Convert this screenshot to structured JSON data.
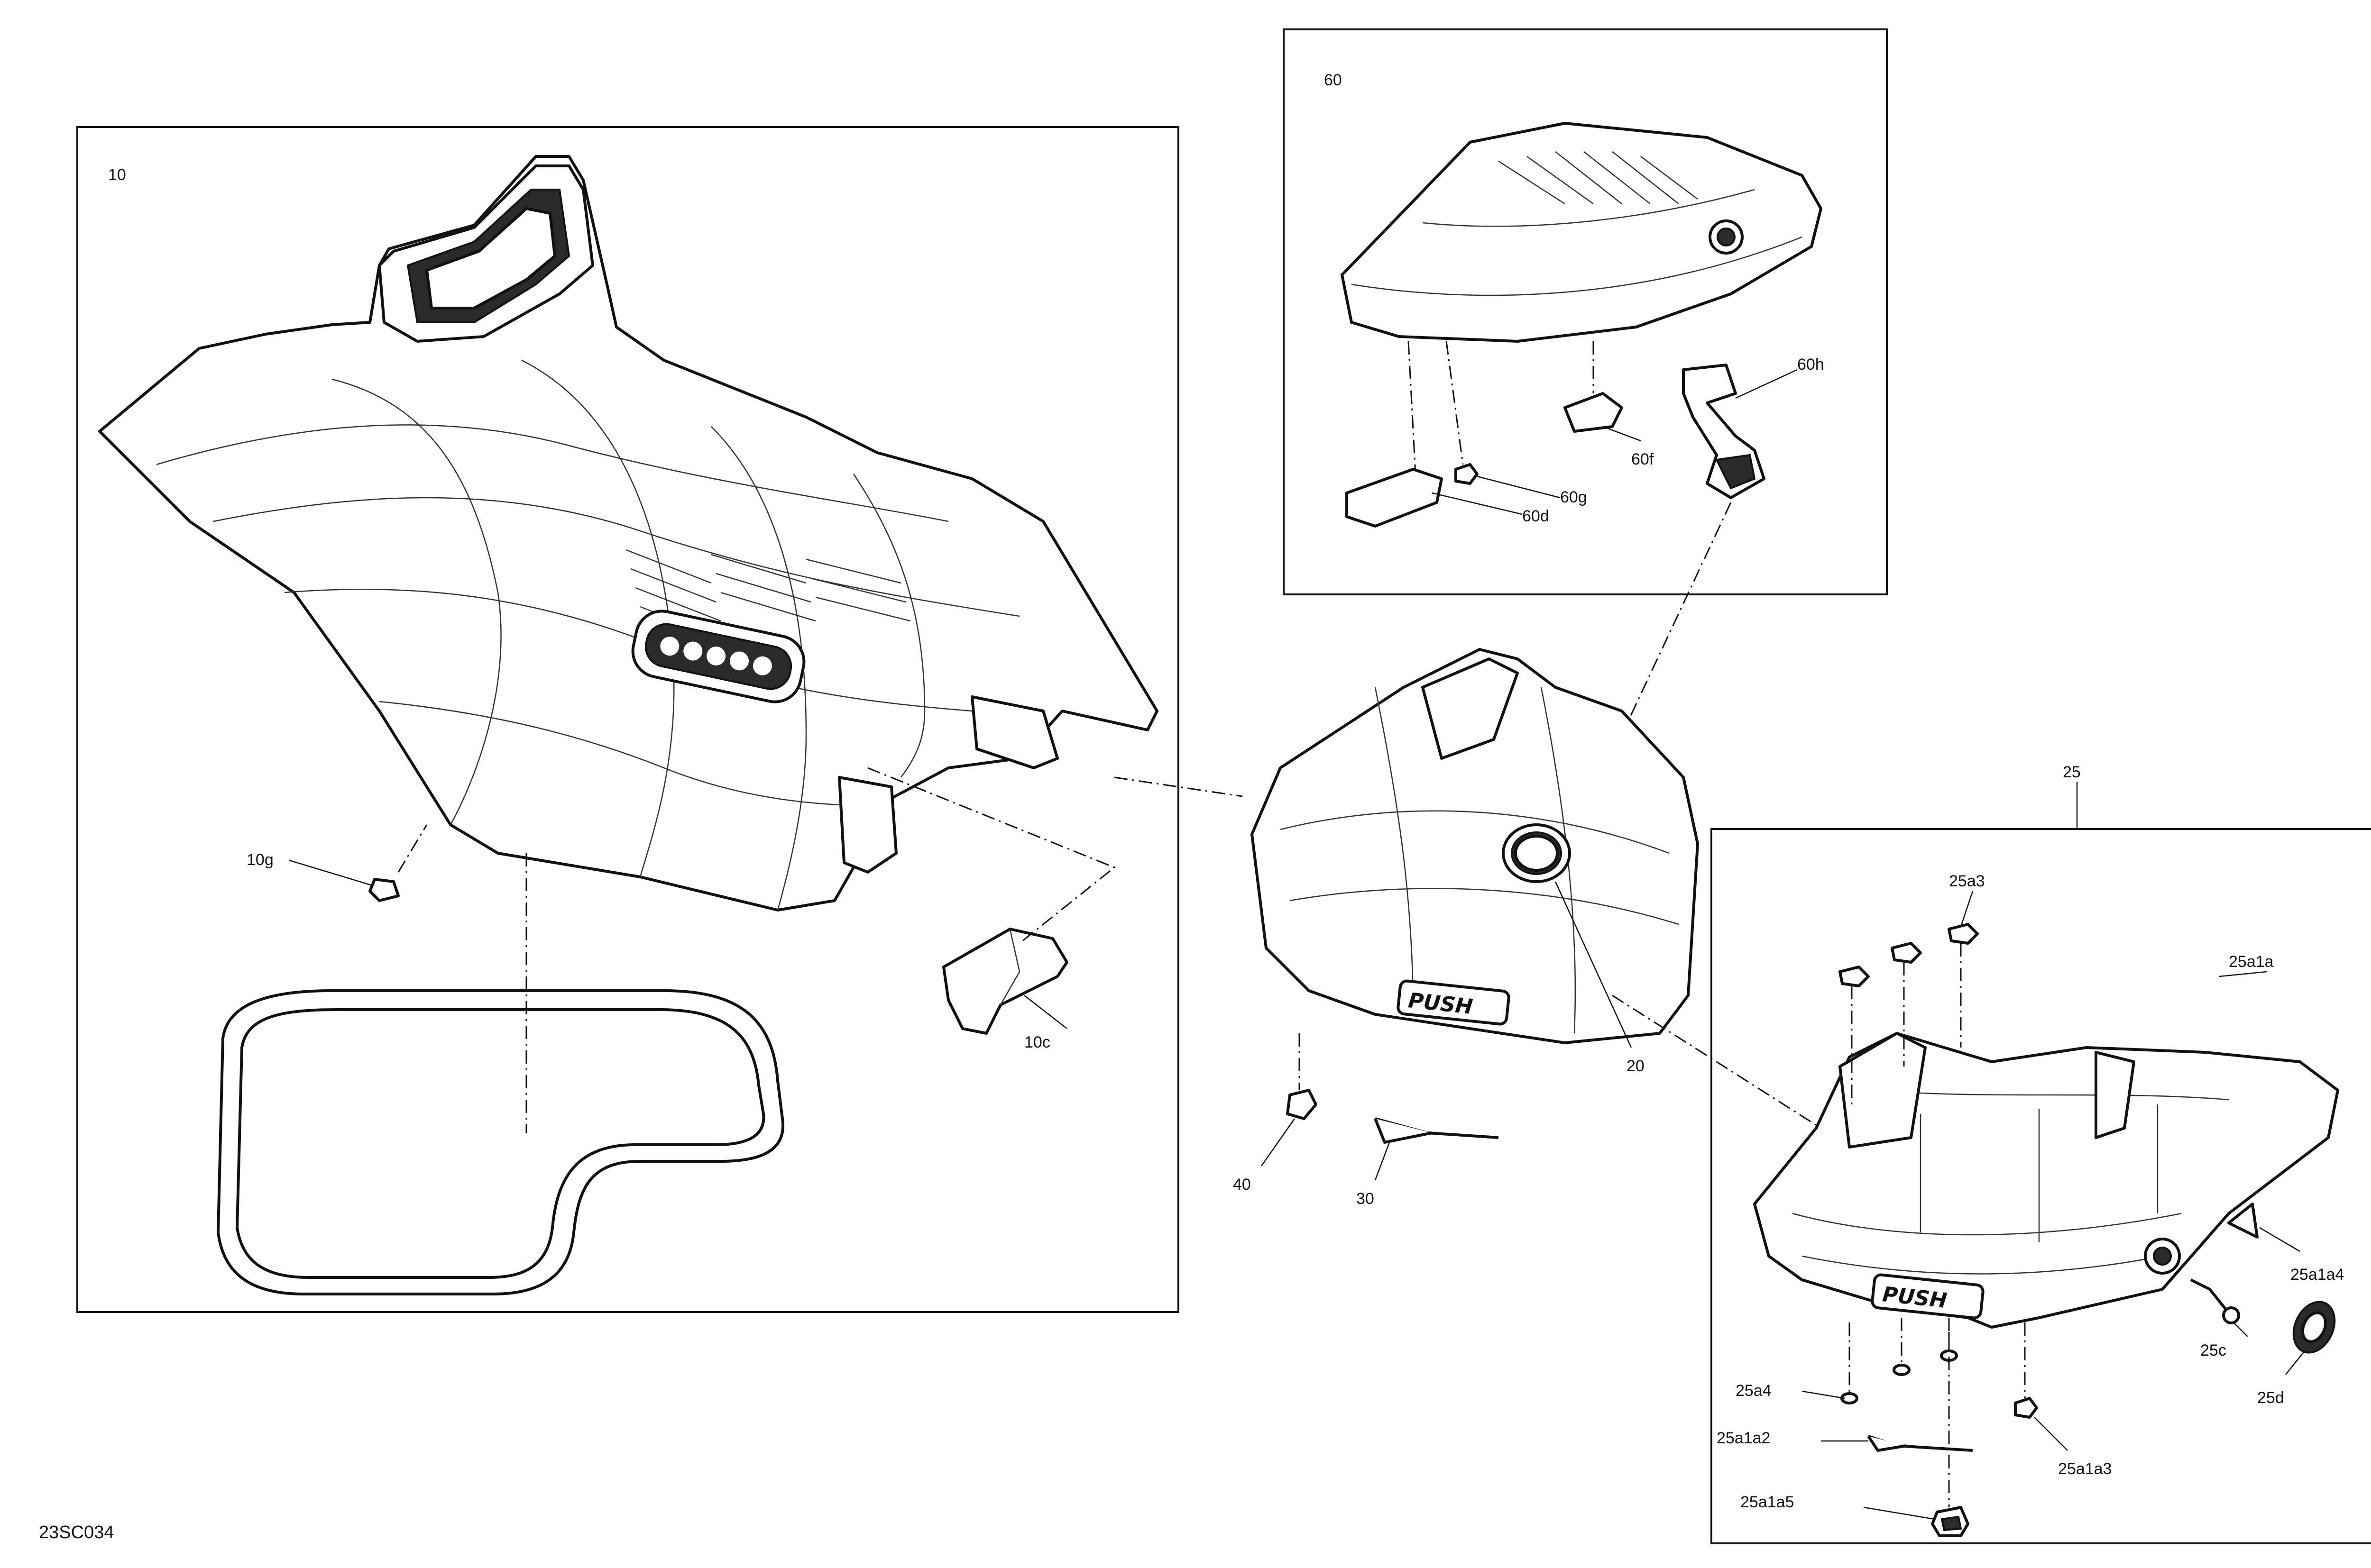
{
  "diagram": {
    "drawing_code": "23SC034",
    "groups": [
      {
        "id": "group-10",
        "label": "10"
      },
      {
        "id": "group-60",
        "label": "60"
      },
      {
        "id": "group-25",
        "label": "25"
      }
    ],
    "callouts": {
      "c10g": "10g",
      "c10c": "10c",
      "c60d": "60d",
      "c60g": "60g",
      "c60f": "60f",
      "c60h": "60h",
      "c20": "20",
      "c40": "40",
      "c30": "30",
      "c25a3": "25a3",
      "c25a1a": "25a1a",
      "c25a1a4": "25a1a4",
      "c25c": "25c",
      "c25d": "25d",
      "c25a4": "25a4",
      "c25a1a2": "25a1a2",
      "c25a1a3": "25a1a3",
      "c25a1a5": "25a1a5"
    },
    "emboss": {
      "push_front": "PUSH",
      "push_base": "PUSH"
    }
  }
}
